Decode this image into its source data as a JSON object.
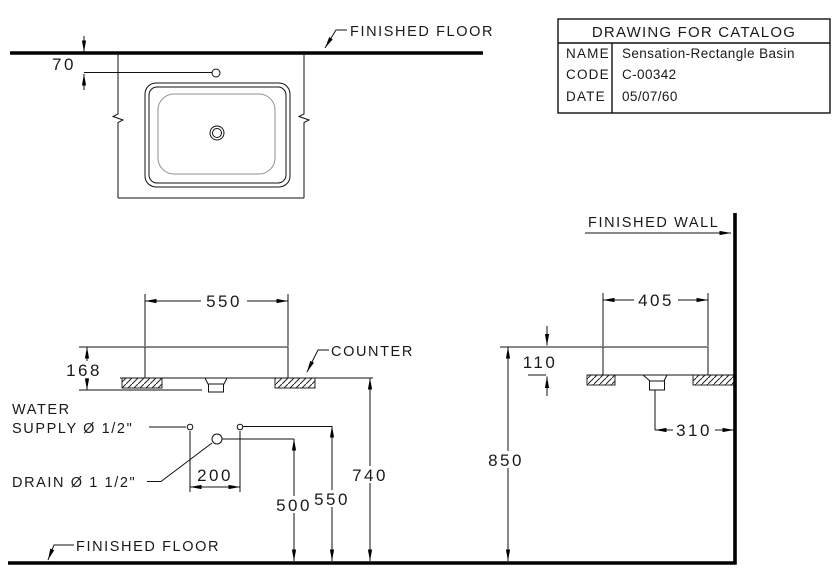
{
  "title_block": {
    "title": "DRAWING FOR CATALOG",
    "rows": [
      {
        "label": "NAME",
        "value": "Sensation-Rectangle Basin"
      },
      {
        "label": "CODE",
        "value": "C-00342"
      },
      {
        "label": "DATE",
        "value": "05/07/60"
      }
    ]
  },
  "labels": {
    "finished_floor_top": "FINISHED FLOOR",
    "finished_floor_bottom": "FINISHED FLOOR",
    "finished_wall": "FINISHED WALL",
    "counter": "COUNTER",
    "water_supply_line1": "WATER",
    "water_supply_line2": "SUPPLY Ø 1/2\"",
    "drain": "DRAIN Ø 1 1/2\""
  },
  "dimensions": {
    "faucet_offset": "70",
    "basin_width": "550",
    "basin_height": "168",
    "supply_spacing": "200",
    "drain_height": "500",
    "supply_height": "550",
    "counter_height": "740",
    "basin_depth": "405",
    "rim_above_counter": "110",
    "drain_to_wall": "310",
    "rim_height": "850"
  },
  "colors": {
    "line": "#000000",
    "text": "#1a1a1a",
    "background": "#ffffff"
  }
}
